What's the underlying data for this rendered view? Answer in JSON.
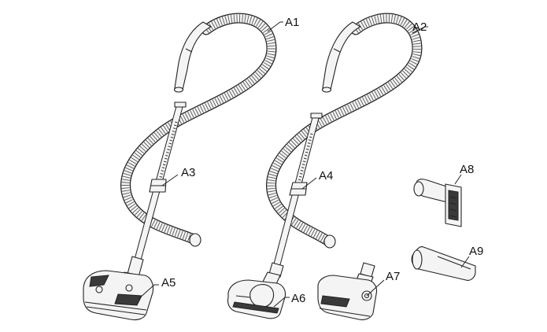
{
  "labels": {
    "a1": "A1",
    "a2": "A2",
    "a3": "A3",
    "a4": "A4",
    "a5": "A5",
    "a6": "A6",
    "a7": "A7",
    "a8": "A8",
    "a9": "A9"
  }
}
